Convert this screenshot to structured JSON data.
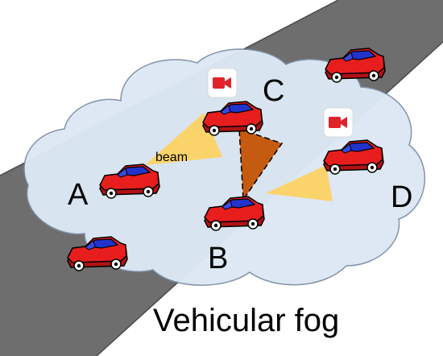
{
  "diagram": {
    "caption": "Vehicular fog",
    "beam_label": "beam",
    "nodes": {
      "a": "A",
      "b": "B",
      "c": "C",
      "d": "D"
    },
    "cameras": [
      "video-camera-icon",
      "video-camera-icon"
    ],
    "colors": {
      "road": "#6e6e6e",
      "road_edge": "#4a4a4a",
      "fog": "#dce8f4",
      "fog_outline": "#7f8fa6",
      "car_body": "#e81e1e",
      "car_window": "#2233cc",
      "beam_yellow": "#fbd36b",
      "beam_orange": "#c55a11",
      "camera_red": "#e0222a"
    }
  }
}
